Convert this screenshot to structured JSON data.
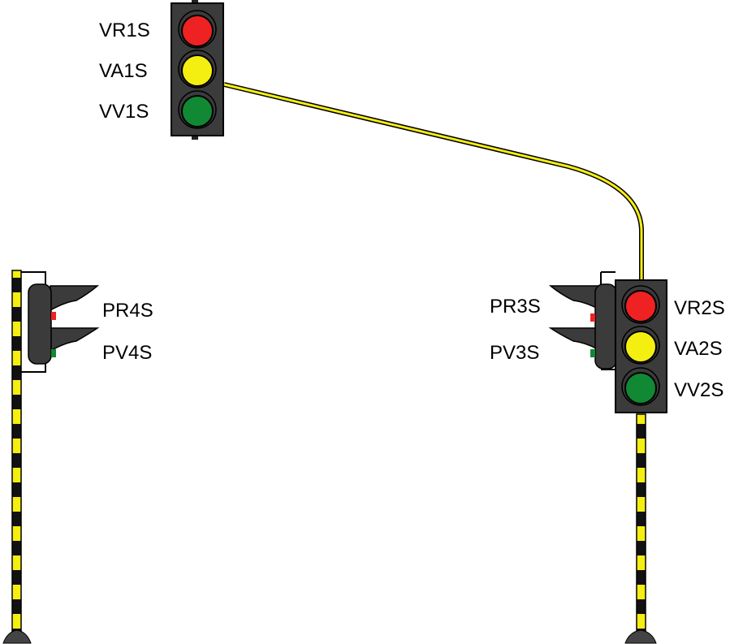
{
  "colors": {
    "red": "#ee2222",
    "amber": "#f5ee11",
    "green": "#118833",
    "housing": "#3b3b3b",
    "pole_yellow": "#f5ee11",
    "pole_black": "#111111"
  },
  "main_signal": {
    "red_label": "VR1S",
    "amber_label": "VA1S",
    "green_label": "VV1S"
  },
  "right_signal": {
    "red_label": "VR2S",
    "amber_label": "VA2S",
    "green_label": "VV2S"
  },
  "right_pedestrian": {
    "red_label": "PR3S",
    "green_label": "PV3S"
  },
  "left_pedestrian": {
    "red_label": "PR4S",
    "green_label": "PV4S"
  }
}
